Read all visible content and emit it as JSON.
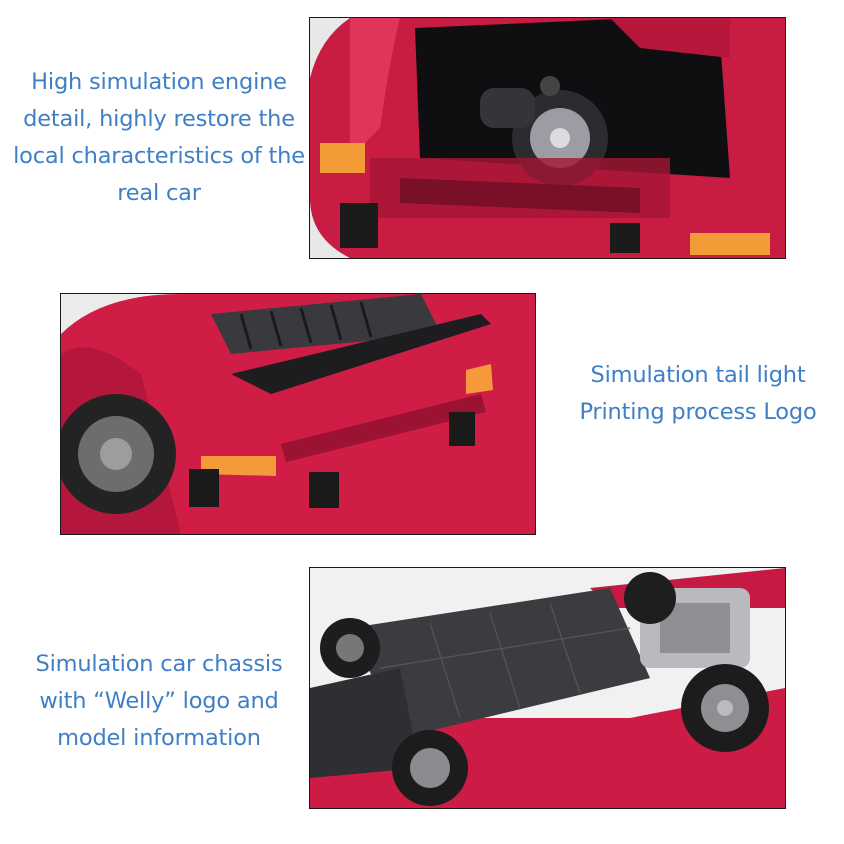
{
  "sections": [
    {
      "caption_lines": [
        "High simulation engine",
        "detail, highly restore the",
        "local characteristics of the",
        "real car"
      ],
      "photo": "rear-engine-bay-photo"
    },
    {
      "caption_lines": [
        "Simulation tail light",
        "Printing process Logo"
      ],
      "photo": "tail-light-spoiler-photo"
    },
    {
      "caption_lines": [
        "Simulation car chassis",
        "with  “Welly”  logo and",
        "model information"
      ],
      "photo": "chassis-underside-photo"
    }
  ],
  "colors": {
    "caption": "#3f7fc6",
    "body_red": "#d41f4a",
    "frame": "#1a1a1a"
  }
}
